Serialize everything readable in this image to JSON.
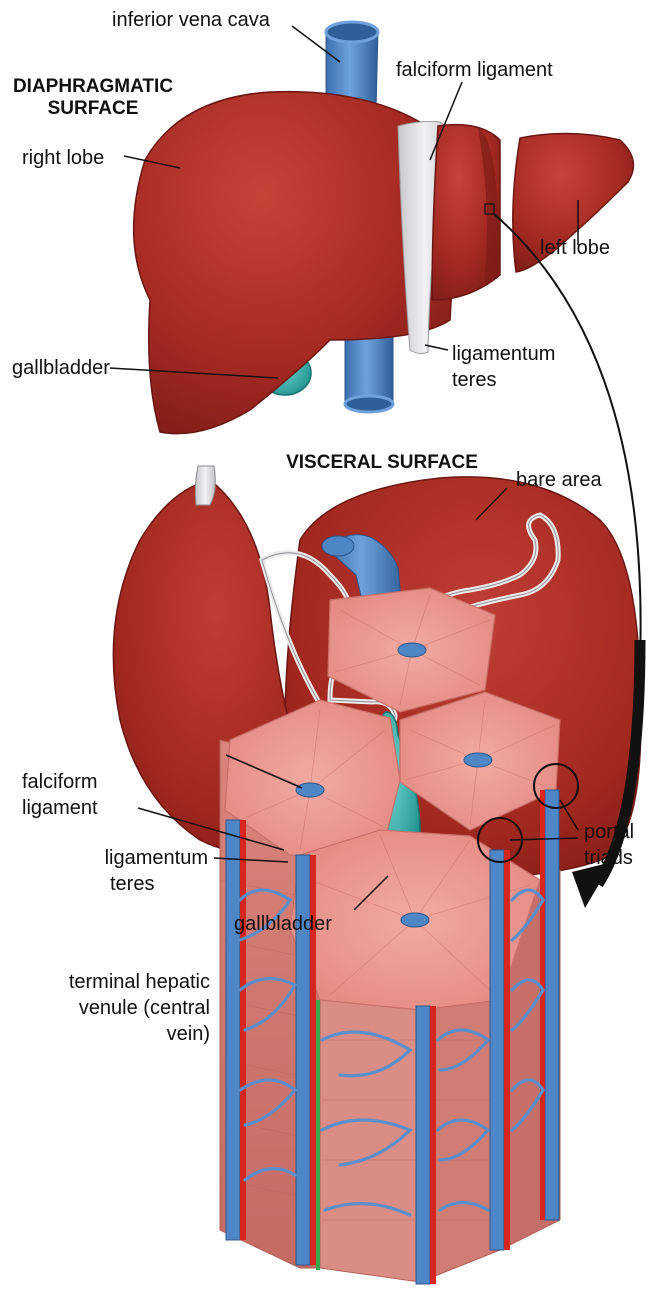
{
  "sections": {
    "diaphragmatic_line1": "DIAPHRAGMATIC",
    "diaphragmatic_line2": "SURFACE",
    "visceral": "VISCERAL SURFACE"
  },
  "labels": {
    "inferior_vena_cava": "inferior vena cava",
    "falciform_ligament_top": "falciform ligament",
    "right_lobe": "right lobe",
    "left_lobe": "left lobe",
    "gallbladder_top": "gallbladder",
    "ligamentum_teres_top_1": "ligamentum",
    "ligamentum_teres_top_2": "teres",
    "bare_area": "bare area",
    "falciform_ligament_bottom_1": "falciform",
    "falciform_ligament_bottom_2": "ligament",
    "ligamentum_teres_bottom_1": "ligamentum",
    "ligamentum_teres_bottom_2": "teres",
    "gallbladder_bottom": "gallbladder",
    "central_vein_1": "terminal hepatic",
    "central_vein_2": "venule (central",
    "central_vein_3": "vein)",
    "portal_triads_1": "portal",
    "portal_triads_2": "triads"
  },
  "colors": {
    "liver": "#a52a22",
    "liver_dark": "#7e1c17",
    "liver_light": "#c9463c",
    "vein_blue": "#4f86c6",
    "vein_blue_dark": "#2f5f99",
    "gallbladder": "#2bb3b0",
    "ligament": "#d9d9de",
    "lobule": "#e7948c",
    "lobule_dark": "#c86f69",
    "artery_red": "#d7261e",
    "bile_green": "#3aa84a"
  }
}
